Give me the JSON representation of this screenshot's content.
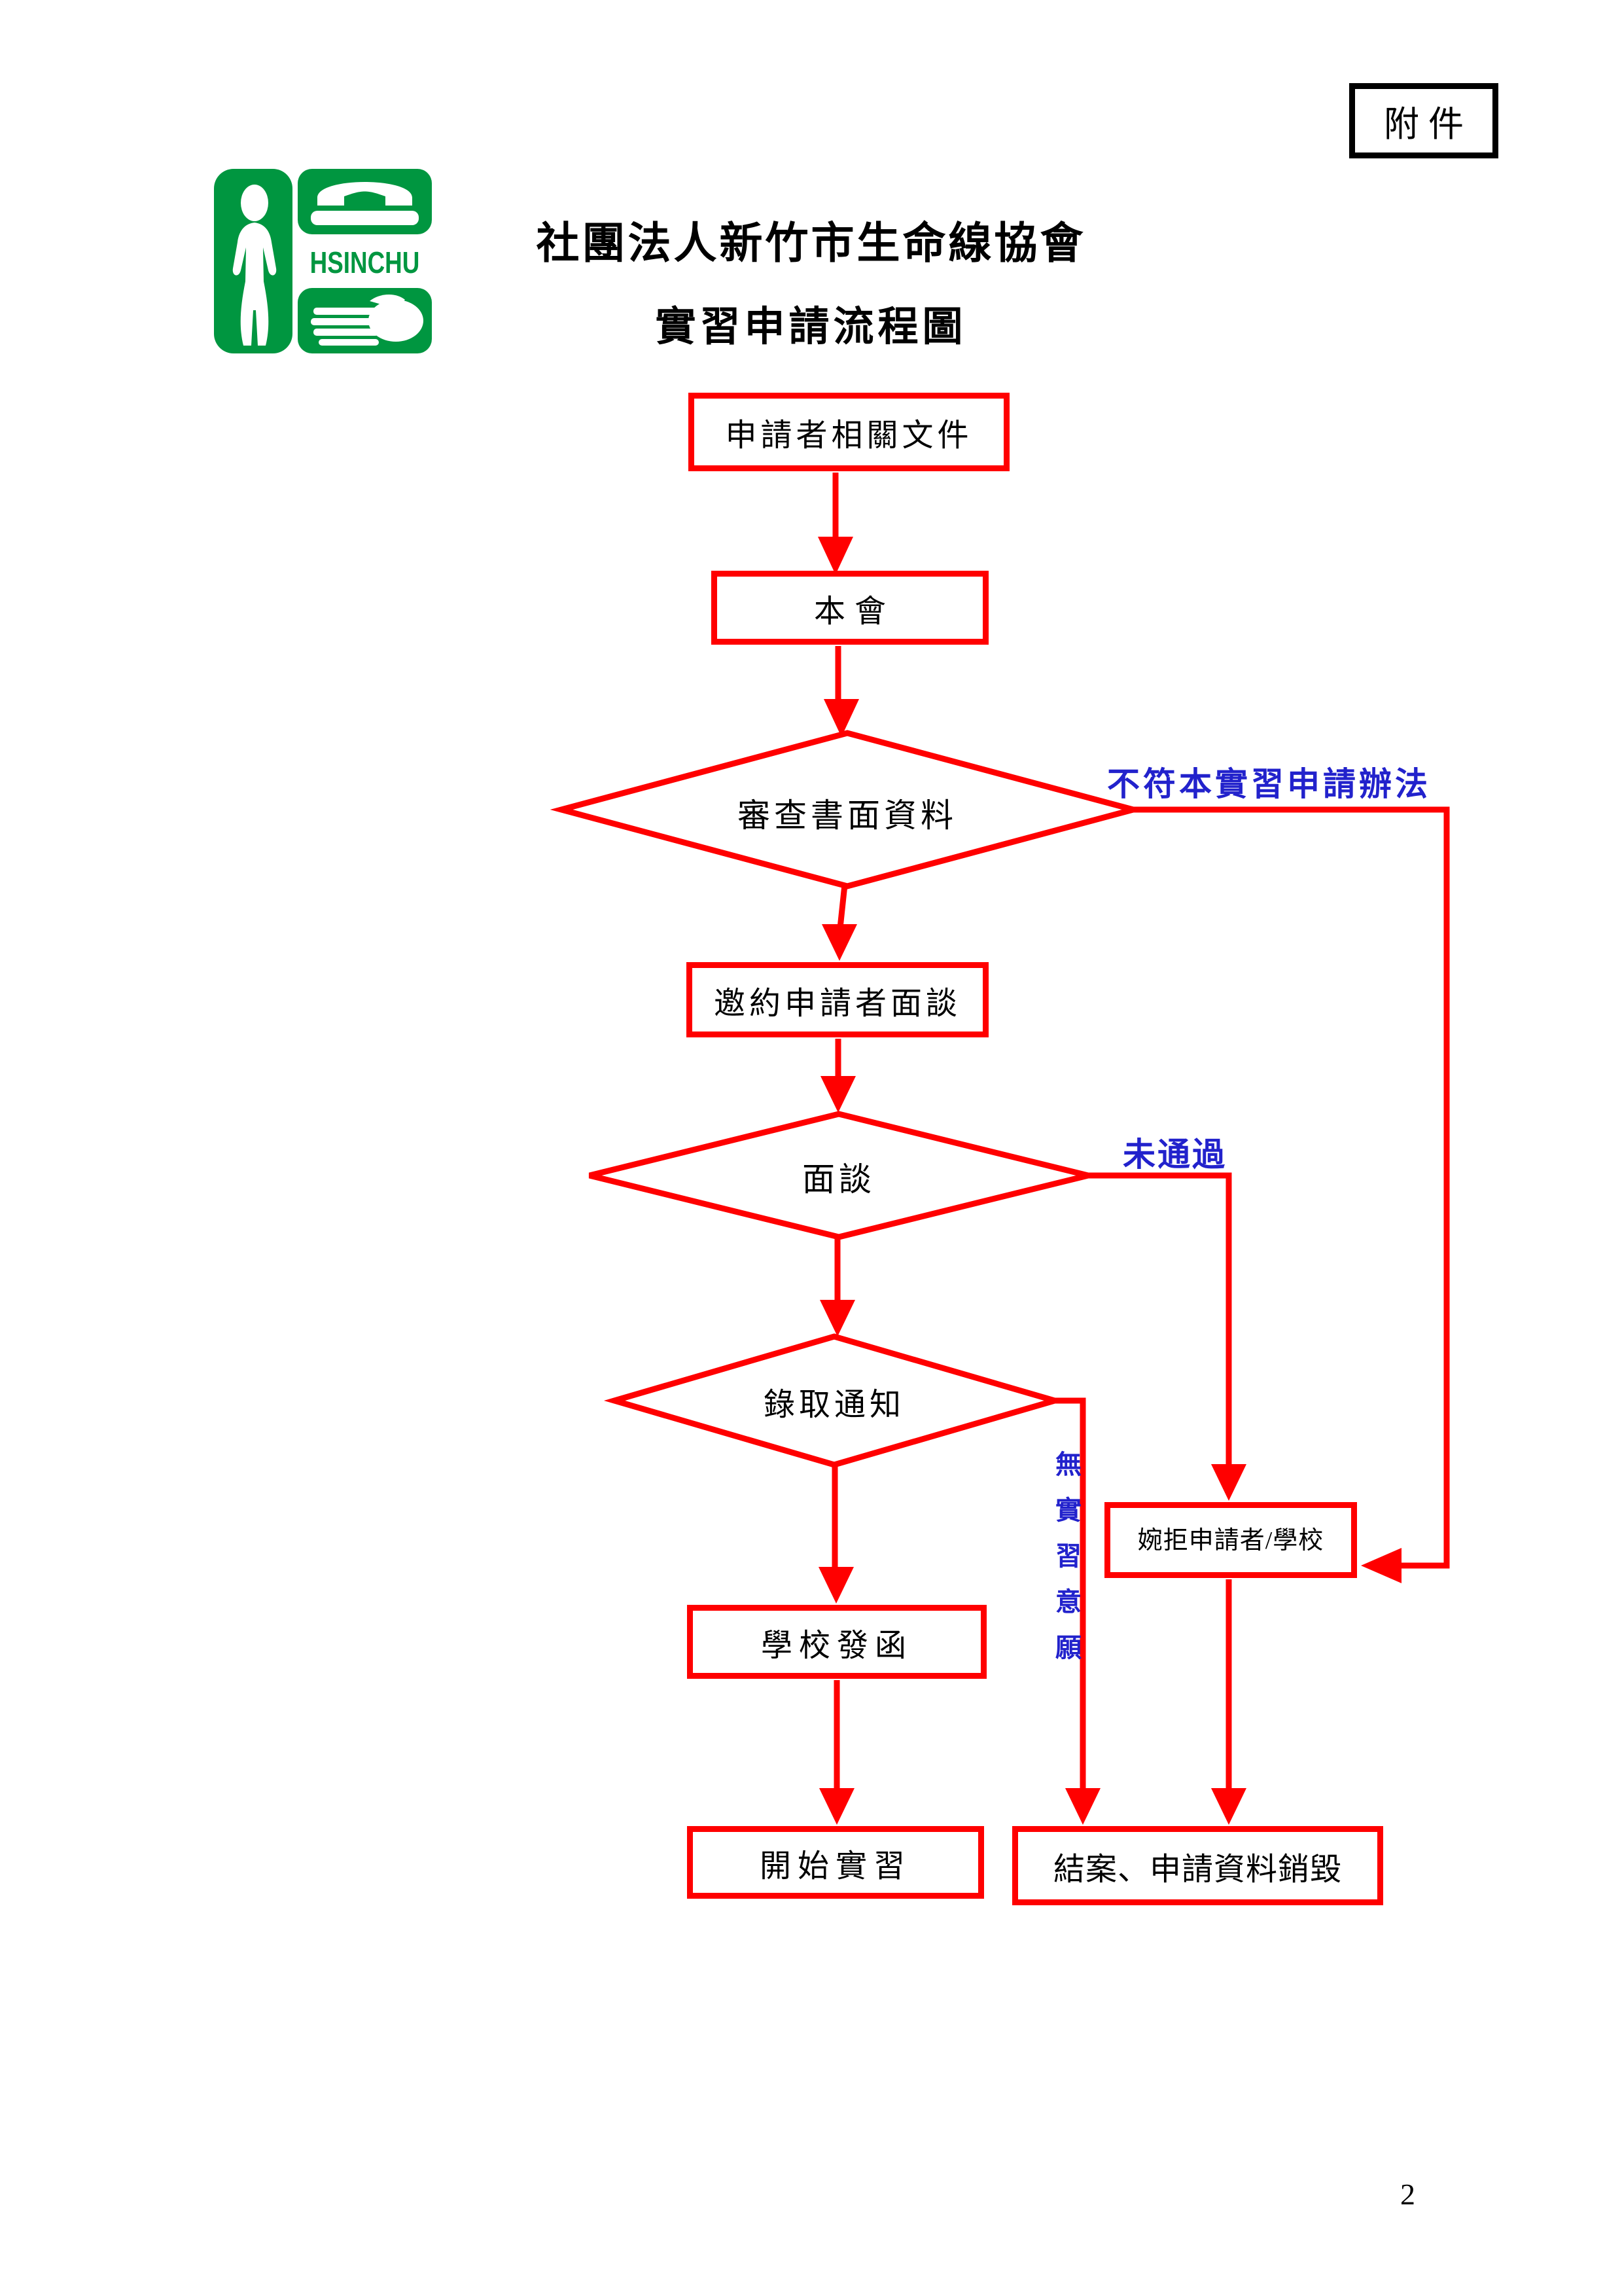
{
  "page": {
    "tag": "附件",
    "page_number": "2"
  },
  "logo": {
    "text": "HSINCHU"
  },
  "header": {
    "title": "社團法人新竹市生命線協會",
    "subtitle": "實習申請流程圖"
  },
  "flowchart": {
    "nodes": {
      "documents": "申請者相關文件",
      "association": "本會",
      "review": "審查書面資料",
      "invite": "邀約申請者面談",
      "interview": "面談",
      "admission": "錄取通知",
      "school_letter": "學校發函",
      "start_internship": "開始實習",
      "decline": "婉拒申請者/學校",
      "close_case": "結案、申請資料銷毀"
    },
    "labels": {
      "not_qualified": "不符本實習申請辦法",
      "not_passed": "未通過",
      "no_intention": "無實習意願"
    }
  },
  "colors": {
    "accent_red": "#FF0000",
    "label_blue": "#2222CC",
    "logo_green": "#009640",
    "text_black": "#000000"
  }
}
